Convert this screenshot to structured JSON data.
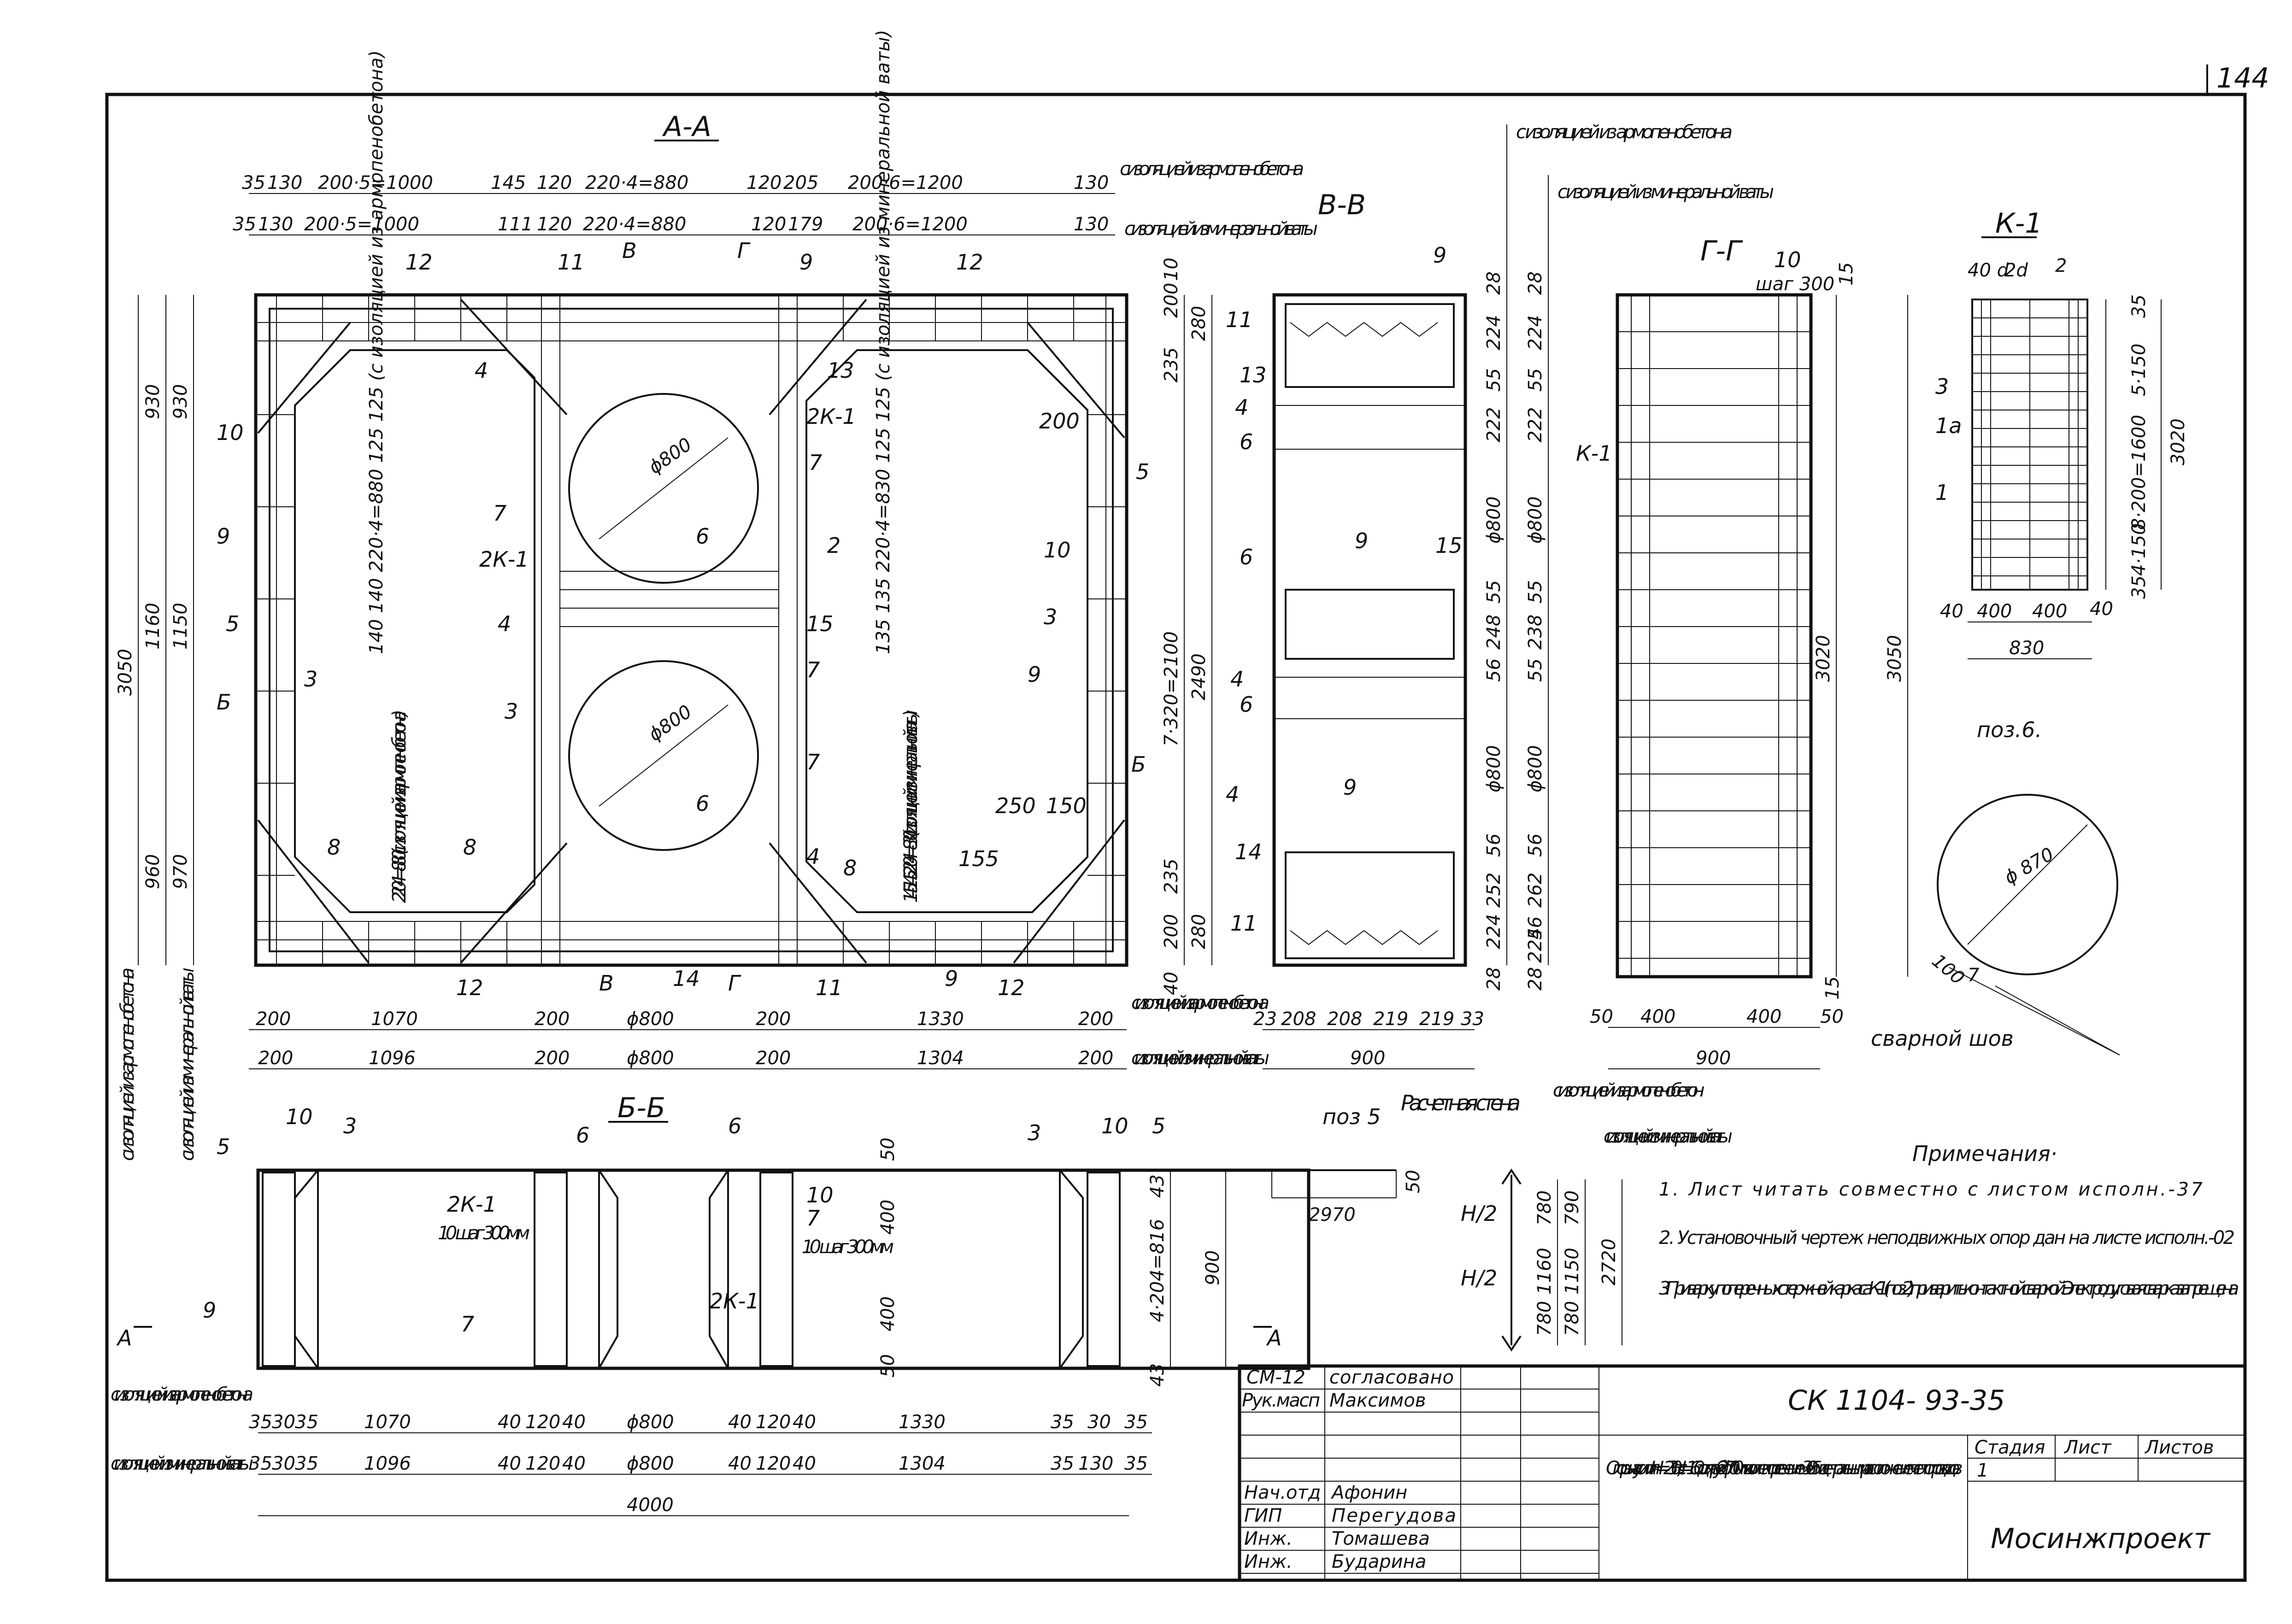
{
  "sheet_number": "144",
  "views": {
    "aa": {
      "title": "А-А",
      "dims_top_row1": [
        "35",
        "130",
        "200·5=1000",
        "145",
        "120",
        "220·4=880",
        "120",
        "205",
        "200·6=1200",
        "130"
      ],
      "dims_top_row2": [
        "35",
        "130",
        "200·5=1000",
        "111",
        "120",
        "220·4=880",
        "120",
        "179",
        "200·6=1200",
        "130"
      ],
      "note_armo_top": "с изоляцией из армопенобетона",
      "note_mineral_top": "с изоляцией из минеральной ваты",
      "dims_left_outer": [
        "3050"
      ],
      "dims_left_row1": [
        "930",
        "1160",
        "960"
      ],
      "dims_left_row2": [
        "930",
        "1150",
        "970"
      ],
      "dims_right": [
        "235",
        "200",
        "10",
        "280",
        "7·320=2100",
        "2490",
        "200",
        "235",
        "280",
        "40"
      ],
      "diameter": "ϕ800",
      "section_markers": [
        "В",
        "Г",
        "Б",
        "Б",
        "В",
        "Г"
      ],
      "callouts": [
        "12",
        "11",
        "9",
        "12",
        "4",
        "13",
        "2К-1",
        "7",
        "10",
        "9",
        "5",
        "3",
        "7",
        "2К-1",
        "4",
        "3",
        "8",
        "8",
        "6",
        "7",
        "15",
        "7",
        "7",
        "2",
        "6",
        "4",
        "8",
        "10",
        "3",
        "9",
        "5",
        "12",
        "14",
        "11",
        "9",
        "12",
        "200",
        "250",
        "150",
        "155"
      ],
      "vertical_text_left": "140 140 220·4=880 125 125 (с изоляцией из армопенобетона)",
      "vertical_text_left2": "220·4=880 (с изоляцией из армопенобетона)",
      "vertical_text_right": "135 135 220·4=830 125 125 (с изоляцией из минеральной ваты)",
      "vertical_text_right2": "145 145 220·4=830 (с изоляцией из минеральной ваты)",
      "bottom_label_armo": "с изоляцией из армопенобетона",
      "bottom_label_mineral": "с изоляцией из минеральной ваты",
      "bottom_dims_row1": [
        "200",
        "1070",
        "200",
        "ϕ800",
        "200",
        "1330",
        "200"
      ],
      "bottom_dims_row2": [
        "200",
        "1096",
        "200",
        "ϕ800",
        "200",
        "1304",
        "200"
      ]
    },
    "vv": {
      "title": "В-В",
      "callouts": [
        "11",
        "13",
        "4",
        "6",
        "9",
        "6",
        "15",
        "4",
        "6",
        "4",
        "14",
        "11",
        "9",
        "9"
      ],
      "bottom_dims": [
        "23",
        "208",
        "208",
        "219",
        "219",
        "33"
      ],
      "bottom_total": "900",
      "label_armo": "с изоляцией из армопенобетона",
      "label_mineral": "с изоляцией из минеральной ваты"
    },
    "gg_dims": {
      "labels": [
        "28",
        "224",
        "55",
        "222",
        "ϕ800",
        "55",
        "248",
        "56",
        "ϕ800",
        "56",
        "252",
        "28",
        "224",
        "28",
        "224",
        "55",
        "222",
        "ϕ800",
        "55",
        "238",
        "55",
        "ϕ800",
        "56",
        "262",
        "56",
        "224",
        "28"
      ],
      "note_armo": "с изоляцией из армопенобетона",
      "note_mineral": "с изоляцией из минеральной ваты"
    },
    "gg": {
      "title": "Г-Г",
      "callout": "10",
      "step_text": "шаг 300",
      "k_label": "К-1",
      "dims_right": [
        "3020",
        "3050"
      ],
      "bottom_dims": [
        "50",
        "400",
        "400",
        "50"
      ],
      "bottom_total": "900",
      "dim_15a": "15",
      "dim_15b": "15"
    },
    "k1": {
      "title": "К-1",
      "top_dims": [
        "40 d",
        "2d",
        "2"
      ],
      "right_dims": [
        "35",
        "5·150",
        "8·200=1600",
        "4·150",
        "35",
        "3020"
      ],
      "callouts": [
        "3",
        "1а",
        "1"
      ],
      "bottom_dims": [
        "40",
        "400",
        "400",
        "40"
      ],
      "bottom_total": "830"
    },
    "pos6": {
      "title": "поз.6.",
      "diameter": "ϕ 870",
      "dim": "100",
      "dim_side": "7",
      "weld": "сварной шов"
    },
    "bb": {
      "title": "Б-Б",
      "callouts": [
        "5",
        "10",
        "3",
        "6",
        "6",
        "3",
        "10",
        "5",
        "2К-1",
        "7",
        "9",
        "10",
        "2К-1",
        "7"
      ],
      "step_left": "10 шаг 300мм",
      "step_mid": "10 шаг 300мм",
      "vertical_dims": [
        "50",
        "400",
        "400",
        "50"
      ],
      "right_dims": [
        "43",
        "4·204=816",
        "43",
        "900"
      ],
      "markers": [
        "А",
        "А"
      ],
      "label_armo": "с изоляцией из армопенобетона",
      "label_mineral": "с изоляцией из минеральной ваты",
      "dims_row1": [
        "35",
        "30",
        "35",
        "1070",
        "40",
        "120",
        "40",
        "ϕ800",
        "40",
        "120",
        "40",
        "1330",
        "35",
        "30",
        "35"
      ],
      "dims_row2": [
        "35",
        "30",
        "35",
        "1096",
        "40",
        "120",
        "40",
        "ϕ800",
        "40",
        "120",
        "40",
        "1304",
        "35",
        "130",
        "35"
      ],
      "total": "4000"
    },
    "pos5": {
      "title": "поз 5",
      "subtitle": "Расчетная стена",
      "dim_length": "2970",
      "dim_height": "50"
    },
    "wall_section": {
      "label_armo": "с изоляцией из армопенобетон.",
      "label_mineral": "с изоляцией из минеральной ваты",
      "h_upper": "Н/2",
      "h_lower": "Н/2",
      "dims_left": [
        "780",
        "1160",
        "780"
      ],
      "dims_right": [
        "790",
        "1150",
        "780"
      ],
      "total": "2720"
    }
  },
  "notes": {
    "title": "Примечания·",
    "items": [
      "1. Лист читать совместно с листом исполн.-37",
      "2. Установочный чертеж неподвижных опор дан на листе исполн.-02",
      "3. Приварку поперечных стержней каркаса К-1 (поз.2) приварить контактной сваркой. Электродуговая сварка запрещена."
    ]
  },
  "title_block": {
    "approval_rows": [
      {
        "role": "СМ-12",
        "name": "согласовано"
      },
      {
        "role": "Рук.масп",
        "name": "Максимов"
      }
    ],
    "staff_rows": [
      {
        "role": "Нач.отд",
        "name": "Афонин"
      },
      {
        "role": "ГИП",
        "name": "Перегудова"
      },
      {
        "role": "Инж.",
        "name": "Томашева"
      },
      {
        "role": "Инж.",
        "name": "Бударина"
      }
    ],
    "code": "СК 1104- 93-35",
    "description": "Опоры на усилия Н=230тс., Н=160т.с для труб 2ϕ700 мм в коллекторе сечением 36·25м с центральным расположением теплопроводов.",
    "stage_header": "Стадия",
    "sheet_header": "Лист",
    "sheets_header": "Листов",
    "sheet_value": "1",
    "org": "Мосинжпроект"
  }
}
